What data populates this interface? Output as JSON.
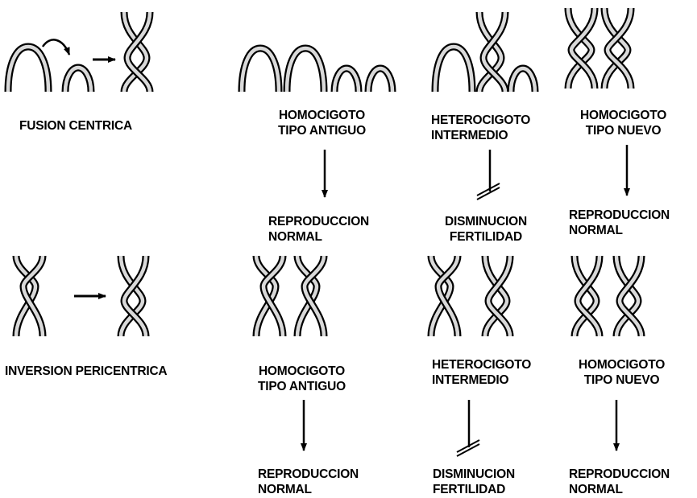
{
  "fusion": {
    "title": "FUSION CENTRICA",
    "col1": {
      "line1": "HOMOCIGOTO",
      "line2": "TIPO ANTIGUO"
    },
    "col2": {
      "line1": "HETEROCIGOTO",
      "line2": "INTERMEDIO"
    },
    "col3": {
      "line1": "HOMOCIGOTO",
      "line2": "TIPO NUEVO"
    },
    "out1": {
      "line1": "REPRODUCCION",
      "line2": "NORMAL"
    },
    "out2": {
      "line1": "DISMINUCION",
      "line2": "FERTILIDAD"
    },
    "out3": {
      "line1": "REPRODUCCION",
      "line2": "NORMAL"
    }
  },
  "inversion": {
    "title": "INVERSION PERICENTRICA",
    "col1": {
      "line1": "HOMOCIGOTO",
      "line2": "TIPO ANTIGUO"
    },
    "col2": {
      "line1": "HETEROCIGOTO",
      "line2": "INTERMEDIO"
    },
    "col3": {
      "line1": "HOMOCIGOTO",
      "line2": "TIPO NUEVO"
    },
    "out1": {
      "line1": "REPRODUCCION",
      "line2": "NORMAL"
    },
    "out2": {
      "line1": "DISMINUCION",
      "line2": "FERTILIDAD"
    },
    "out3": {
      "line1": "REPRODUCCION",
      "line2": "NORMAL"
    }
  },
  "colors": {
    "ink": "#000000",
    "chromatid_fill": "#d9d9d9"
  }
}
